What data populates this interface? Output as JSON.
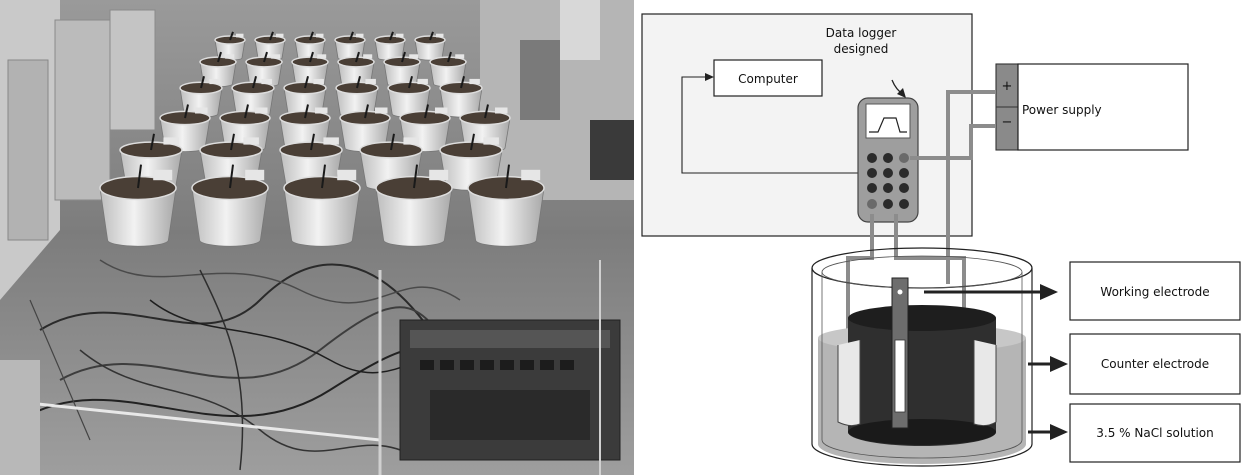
{
  "diagram": {
    "data_logger_label_line1": "Data logger",
    "data_logger_label_line2": "designed",
    "computer_label": "Computer",
    "power_supply_label": "Power supply",
    "plus_sign": "+",
    "minus_sign": "−",
    "working_electrode_label": "Working electrode",
    "counter_electrode_label": "Counter electrode",
    "solution_label": "3.5 % NaCl solution"
  },
  "photo": {
    "subject": "potted-plants-with-electrodes-and-wiring"
  }
}
